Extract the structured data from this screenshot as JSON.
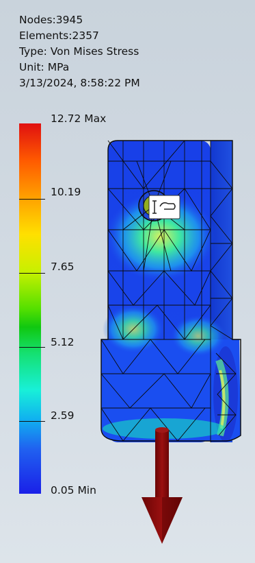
{
  "info": {
    "nodes": "Nodes:3945",
    "elements": "Elements:2357",
    "type": "Type: Von Mises Stress",
    "unit": "Unit: MPa",
    "timestamp": "3/13/2024, 8:58:22 PM"
  },
  "legend": {
    "labels": [
      "12.72 Max",
      "10.19",
      "7.65",
      "5.12",
      "2.59",
      "0.05 Min"
    ],
    "colors": [
      "#e01010",
      "#ffa000",
      "#ffe000",
      "#10c810",
      "#18f0d8",
      "#10b0f0",
      "#1a20e8"
    ]
  },
  "model": {
    "load_arrow_color": "#8b0a0a",
    "mesh_color": "#0a0a0a"
  }
}
